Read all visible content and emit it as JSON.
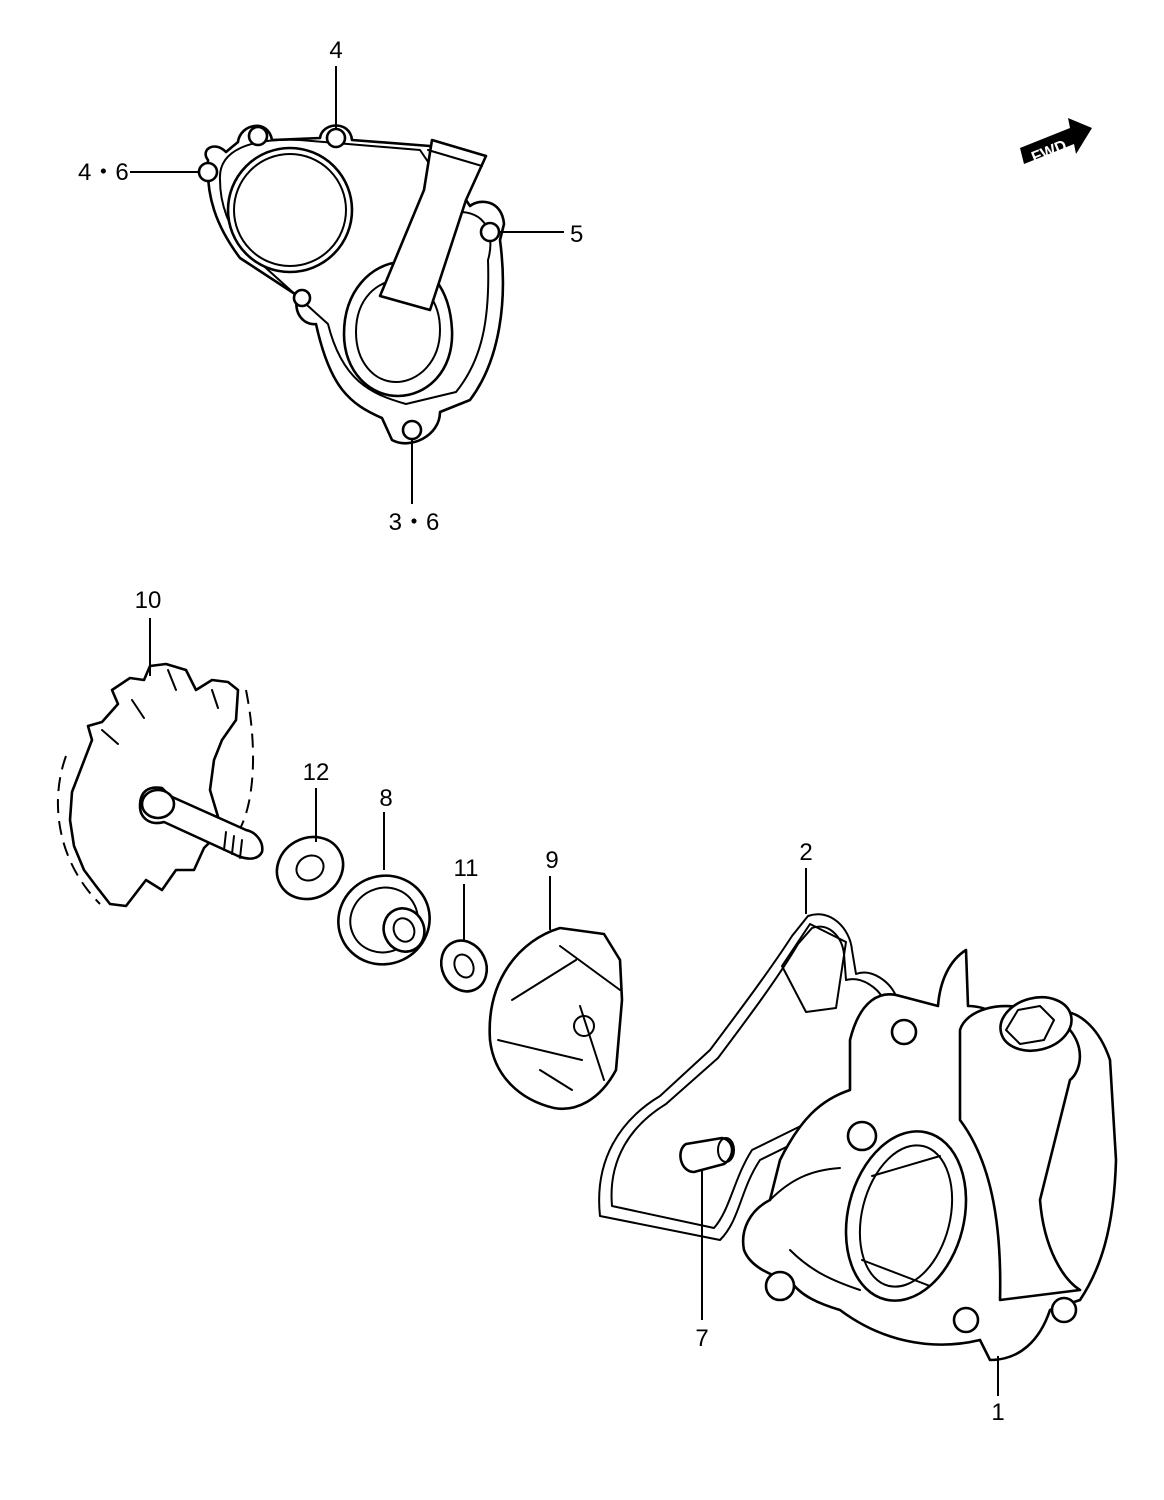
{
  "diagram": {
    "fwd_label": "FWD",
    "callouts": [
      {
        "id": "callout-4",
        "text": "4"
      },
      {
        "id": "callout-4-6",
        "text": "4・6"
      },
      {
        "id": "callout-5",
        "text": "5"
      },
      {
        "id": "callout-3-6",
        "text": "3・6"
      },
      {
        "id": "callout-10",
        "text": "10"
      },
      {
        "id": "callout-12",
        "text": "12"
      },
      {
        "id": "callout-8",
        "text": "8"
      },
      {
        "id": "callout-11",
        "text": "11"
      },
      {
        "id": "callout-9",
        "text": "9"
      },
      {
        "id": "callout-2",
        "text": "2"
      },
      {
        "id": "callout-7",
        "text": "7"
      },
      {
        "id": "callout-1",
        "text": "1"
      }
    ]
  }
}
